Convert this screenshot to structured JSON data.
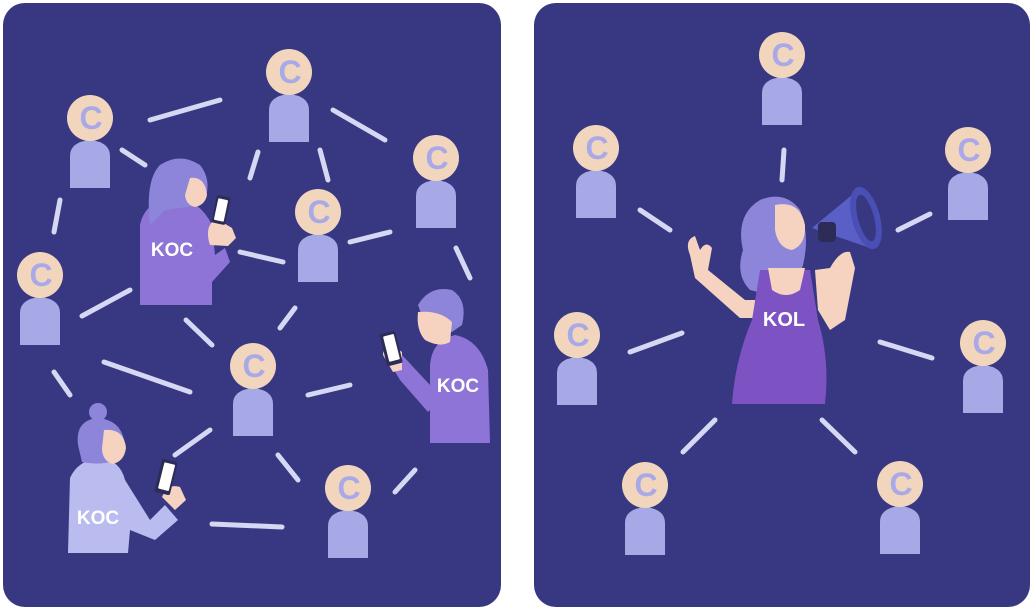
{
  "colors": {
    "background": "#ffffff",
    "panel": "#383882",
    "consumer_head": "#f2d5bd",
    "consumer_glyph": "#a9a9e8",
    "consumer_body": "#a6a9e6",
    "connector": "#d6d8f3",
    "hoodie": "#8d74d6",
    "hair": "#8d85d9",
    "skin": "#f6d3c0",
    "dress": "#7d52c2",
    "megaphone": "#5a5fc7",
    "phone": "#2c2c56"
  },
  "icons": {
    "consumer": "consumer-c-icon",
    "phone": "phone-icon",
    "megaphone": "megaphone-icon"
  },
  "consumer_glyph": "C",
  "left_panel": {
    "labels": [
      "KOC",
      "KOC",
      "KOC"
    ]
  },
  "right_panel": {
    "label": "KOL"
  }
}
